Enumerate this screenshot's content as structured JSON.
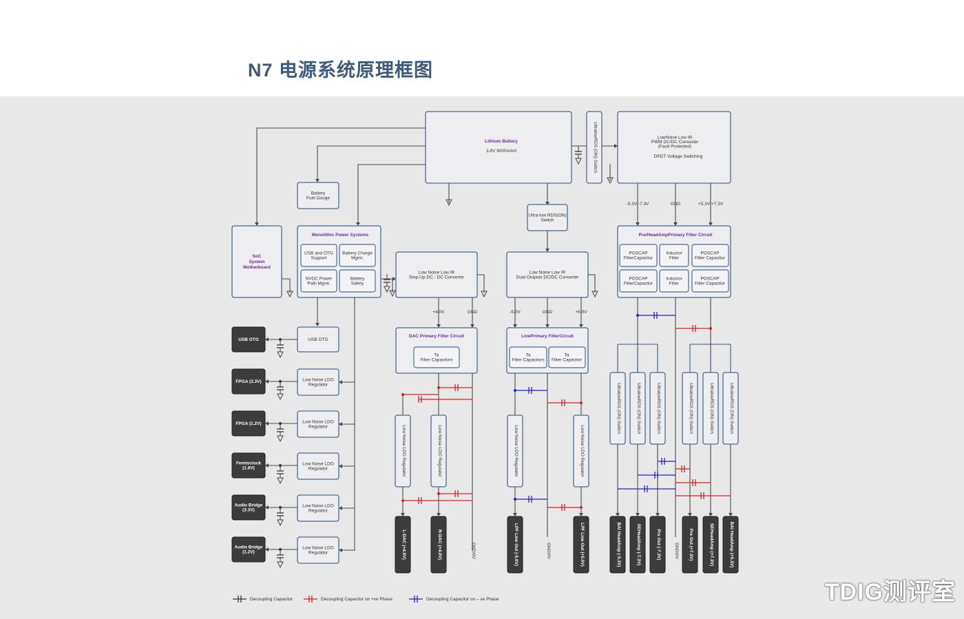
{
  "title": "N7 电源系统原理框图",
  "watermark": "TDIG测评室",
  "blocks": {
    "battery": {
      "title": "Lithium Battery",
      "spec": "3.8V 9000mAH"
    },
    "switch_top": "UltralowRDS (ON) Switch",
    "pwm": {
      "l1": "LowNoise Low IR",
      "l2": "PWM DC/DC Converter",
      "l3": "(Fault Protected)",
      "l4": "DPDT Voltage Switching"
    },
    "fuel_gauge": {
      "l1": "Battery",
      "l2": "Fuel Gouge"
    },
    "soc": {
      "l1": "SoC",
      "l2": "System",
      "l3": "Motherboard"
    },
    "mps": {
      "title": "Monolithic Power Systems",
      "usb_otg_support": [
        "USB and OTG",
        "Support"
      ],
      "battery_charge": [
        "Battery Charge",
        "Mgmt."
      ],
      "nvdc": [
        "NVDC Power",
        "Path Mgmt."
      ],
      "battery_safety": [
        "Battery",
        "Safety"
      ]
    },
    "ultralow_mid": {
      "l1": "Ultra-low RDS(ON)",
      "l2": "Switch"
    },
    "stepup": {
      "l1": "Low Noise Low IR",
      "l2": "Step-Up DC - DC Converter",
      "out1": "+4.0V",
      "out2": "GND"
    },
    "dual": {
      "l1": "Low Noise Low IR",
      "l2": "Dual Outputs DC/DC Converter",
      "out1": "-5.0V",
      "out2": "GND",
      "out3": "+5.0V"
    },
    "pwm_out": {
      "o1": "-5.3V/-7.3V",
      "o2": "GND",
      "o3": "+5.3V/+7.3V"
    },
    "preamp": {
      "title": "Pre/HeadAmpPrimary Filter Circuit",
      "c1": [
        "POSCAP",
        "FilterCapacitor"
      ],
      "c2": [
        "Inductor",
        "Filter"
      ],
      "c3": [
        "POSCAP",
        "Filter Capacitor"
      ]
    },
    "dac_filter": {
      "title": "DAC Primary Filter Circuit",
      "cap": [
        "Ta",
        "Filter Capacitors"
      ]
    },
    "line_filter": {
      "title": "LinePrimary FilterCircuit",
      "cap1": [
        "Ta",
        "Filter Capacitors"
      ],
      "cap2": [
        "Ta",
        "Filter Capacitor"
      ]
    },
    "usb_otg": "USB OTG",
    "ldo": [
      "Low Noise LDO",
      "Regulator"
    ],
    "left_loads": [
      [
        "USB OTG"
      ],
      [
        "FPGA (3.3V)"
      ],
      [
        "FPGA (1.2V)"
      ],
      [
        "Femtoclock",
        "(1.8V)"
      ],
      [
        "Audio Bridge",
        "(3.3V)"
      ],
      [
        "Audio Bridge",
        "(1.2V)"
      ]
    ],
    "vldo": "Low Noise LDO Regulator",
    "vswitch": "UltralowRDS (ON) Switch",
    "outputs": [
      "L-DAC (+4.0V)",
      "R-DAC (+4.0V)",
      "LPF Line Out (-5.0V)",
      "LPF Line Out (+5.0V)",
      "BAI HeadAmp (-5.3V)",
      "SEHeadAmp (-7.3V)",
      "Pre Out (-7.3V)",
      "Pre Out (+7.3V)",
      "SEHeadAmp (+7.3V)",
      "BAI HeadAmp (+5.3V)"
    ],
    "gnd0v": "GND/0V"
  },
  "legend": {
    "l1": "Decoupling Capacitor",
    "l2": "Decoupling Capacitor on +ve Phase",
    "l3": "Decoupling Capacitor on – ve Phase"
  },
  "colors": {
    "title": "#3d5a7a",
    "box_border": "#4a6b8f",
    "highlight": "#6a2a9a",
    "positive": "#d62020",
    "negative": "#2020c8",
    "dark_block": "#3c3c3c"
  }
}
